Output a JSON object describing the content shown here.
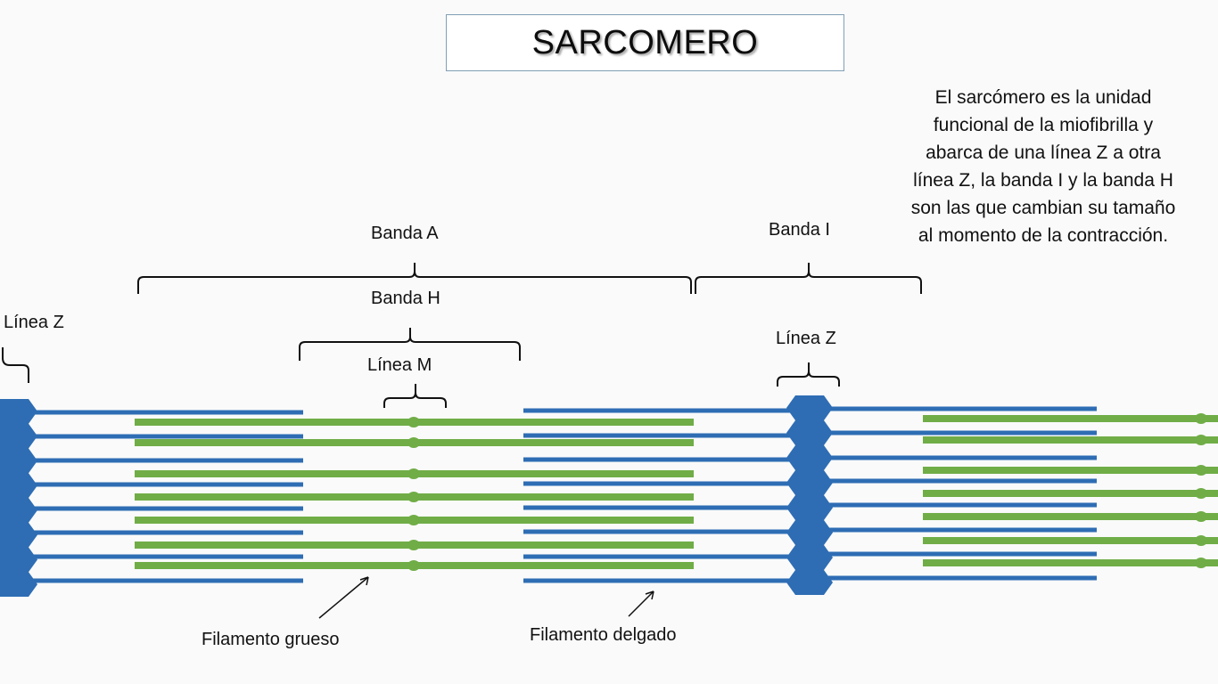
{
  "title": "SARCOMERO",
  "description": [
    "El sarcómero es la unidad",
    "funcional de la miofibrilla y",
    "abarca de una línea Z a otra",
    "línea Z, la banda I y la banda H",
    "son las que cambian su tamaño",
    "al momento de la contracción."
  ],
  "labels": {
    "banda_a": "Banda A",
    "banda_i": "Banda I",
    "banda_h": "Banda H",
    "linea_m": "Línea M",
    "linea_z_left": "Línea Z",
    "linea_z_right": "Línea Z",
    "filamento_grueso": "Filamento grueso",
    "filamento_delgado": "Filamento delgado"
  },
  "colors": {
    "thin_filament": "#2e6db4",
    "thick_filament": "#70ad47",
    "bracket": "#111111",
    "background": "#fafafa"
  }
}
